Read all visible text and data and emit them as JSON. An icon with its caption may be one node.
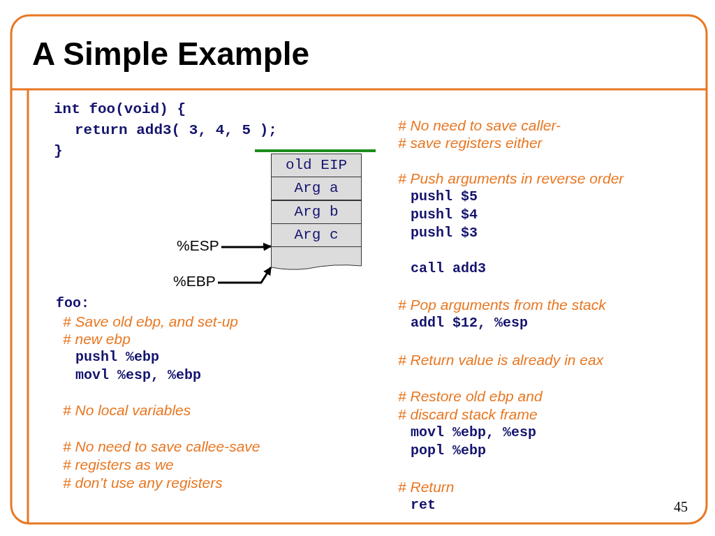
{
  "diagram": {
    "title": "A Simple Example",
    "nodes": [
      {
        "text": [
          "old EIP"
        ]
      },
      {
        "text": [
          "Arg a"
        ]
      },
      {
        "text": [
          "Arg b"
        ]
      },
      {
        "text": [
          "Arg c"
        ]
      },
      {
        "text": [],
        "shape": "box"
      },
      {
        "text": [
          "%ESP"
        ]
      },
      {
        "text": [
          "%EBP"
        ]
      }
    ],
    "edges": [
      {
        "from": 5,
        "to": 4,
        "arrow": "to"
      },
      {
        "from": 6,
        "to": 4,
        "arrow": "to"
      }
    ],
    "labels": [
      "int foo(void) {",
      "return add3( 3, 4, 5 );",
      "}",
      "foo:",
      "# Save old ebp, and set-up",
      "# new ebp",
      "pushl %ebp",
      "movl %esp, %ebp",
      "# No local variables",
      "# No need to save callee-save",
      "# registers as we",
      "# don’t use any registers",
      "# No need to save caller-",
      "# save registers either",
      "# Push arguments in reverse order",
      "pushl $5",
      "pushl $4",
      "pushl $3",
      "call add3",
      "# Pop arguments from the stack",
      "addl $12, %esp",
      "# Return value is already in eax",
      "# Restore old ebp and",
      "# discard stack frame",
      "movl %ebp, %esp",
      "popl %ebp",
      "# Return",
      "ret",
      "45"
    ]
  }
}
